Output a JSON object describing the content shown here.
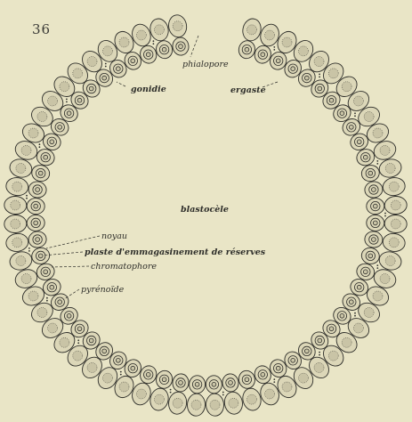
{
  "page_number": "36",
  "labels": {
    "phialopore": "phialopore",
    "gonidie": "gonidie",
    "ergaste": "ergaste",
    "blastocele": "blastocèle",
    "noyau": "noyau",
    "plaste": "plaste d'emmagasinement de réserves",
    "chromatophore": "chromatophore",
    "pyrenoide": "pyrénoïde"
  },
  "colors": {
    "paper": "#e9e5c6",
    "ink": "#2e2e2a",
    "cell_fill": "#dcd7b8",
    "nucleus_fill": "#c9c4a6"
  }
}
